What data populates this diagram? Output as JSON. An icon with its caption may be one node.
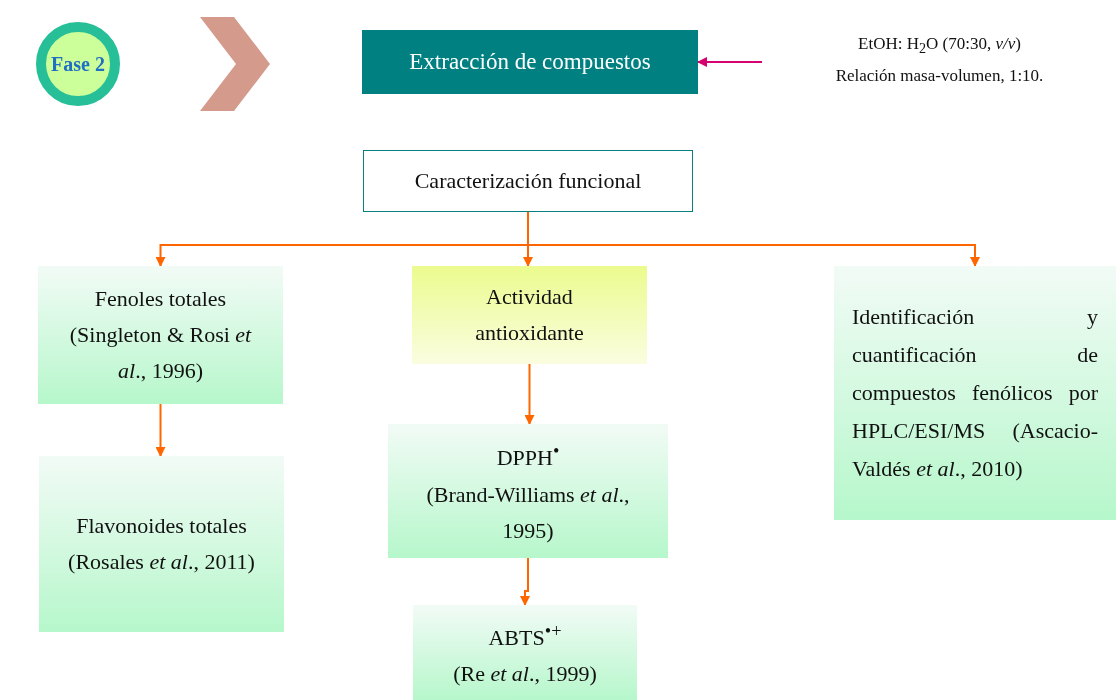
{
  "diagram": {
    "nodes": [
      {
        "text": [
          "Fase 2"
        ]
      },
      {
        "text": [],
        "shape": "chevron"
      },
      {
        "text": [
          "Extracción de compuestos"
        ]
      },
      {
        "text": [
          "EtOH: H$_{2}$O (70:30, *v/v*)",
          "Relación masa-volumen, 1:10."
        ]
      },
      {
        "text": [
          "Caracterización funcional"
        ]
      },
      {
        "text": [
          "Fenoles totales",
          "(Singleton & Rosi *et al*., 1996)"
        ]
      },
      {
        "text": [
          "Flavonoides totales",
          "(Rosales *et al*., 2011)"
        ]
      },
      {
        "text": [
          "Actividad antioxidante"
        ]
      },
      {
        "text": [
          "DPPH$^{•}$",
          "(Brand-Williams *et al*., 1995)"
        ]
      },
      {
        "text": [
          "ABTS$^{•+}$",
          "(Re *et al*., 1999)"
        ]
      },
      {
        "text": [
          "Identificación y cuantificación de compuestos fenólicos por HPLC/ESI/MS (Ascacio-Valdés *et al*., 2010)"
        ]
      }
    ],
    "edges": [
      {
        "from": 3,
        "to": 2,
        "arrow": "to",
        "color": "#d6006e"
      },
      {
        "from": 4,
        "to": 5,
        "arrow": "to"
      },
      {
        "from": 4,
        "to": 7,
        "arrow": "to"
      },
      {
        "from": 4,
        "to": 10,
        "arrow": "to"
      },
      {
        "from": 5,
        "to": 6,
        "arrow": "to"
      },
      {
        "from": 7,
        "to": 8,
        "arrow": "to"
      },
      {
        "from": 8,
        "to": 9,
        "arrow": "to"
      }
    ]
  }
}
